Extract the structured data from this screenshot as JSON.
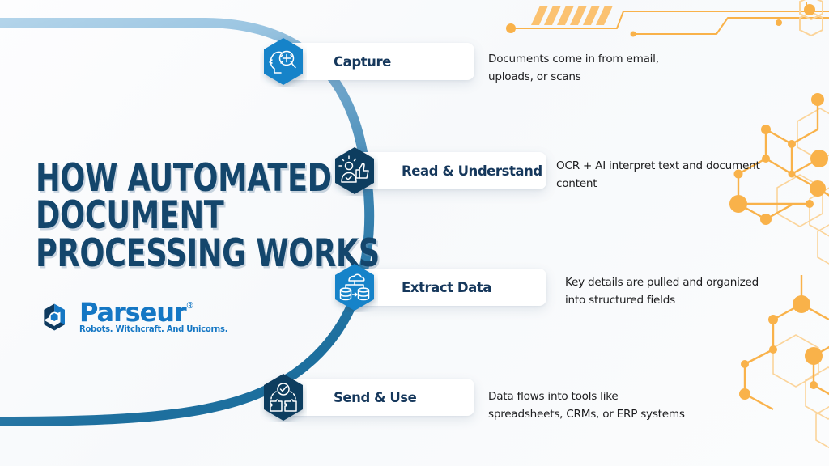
{
  "title": {
    "lines": [
      "HOW AUTOMATED",
      "DOCUMENT",
      "PROCESSING WORKS"
    ],
    "color": "#14466c"
  },
  "logo": {
    "wordmark": "Parseur",
    "registered": "®",
    "tagline": "Robots. Witchcraft. And Unicorns.",
    "mark_name": "parseur-cube-logo",
    "color_primary": "#1577c4",
    "color_dark": "#0f3a5f"
  },
  "steps": [
    {
      "id": 1,
      "label": "Capture",
      "description": "Documents come in from email,\nuploads, or scans",
      "icon": "head-magnifier-icon",
      "badge_color": "#1583c9",
      "badge_color_dark": "#1273b3"
    },
    {
      "id": 2,
      "label": "Read & Understand",
      "description": "OCR + AI interpret text and document\ncontent",
      "icon": "person-thumbsup-icon",
      "badge_color": "#0f3c5e",
      "badge_color_dark": "#0b2f4b"
    },
    {
      "id": 3,
      "label": "Extract Data",
      "description": "Key details are pulled and organized\ninto structured fields",
      "icon": "cloud-database-icon",
      "badge_color": "#1583c9",
      "badge_color_dark": "#1273b3"
    },
    {
      "id": 4,
      "label": "Send & Use",
      "description": "Data flows into tools like\nspreadsheets, CRMs, or ERP systems",
      "icon": "check-puzzle-icon",
      "badge_color": "#0f3c5e",
      "badge_color_dark": "#0b2f4b"
    }
  ],
  "decor": {
    "flow_curve_name": "process-flow-curve",
    "flow_color_top": "#a8cde6",
    "flow_color_bottom": "#1d6f9e",
    "circuit_name": "circuit-lines-decoration",
    "network_name": "hexagon-network-decoration",
    "accent_orange": "#f9b24a",
    "accent_orange_light": "#fbd49a"
  }
}
